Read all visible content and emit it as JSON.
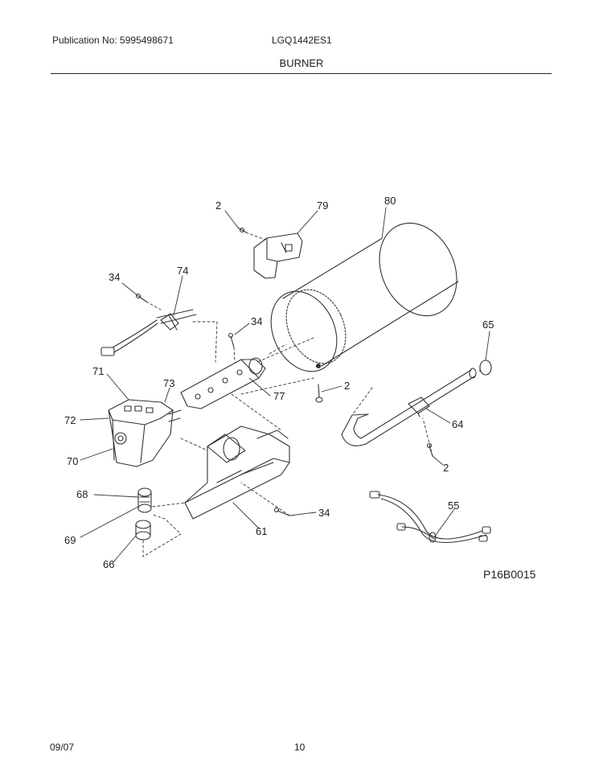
{
  "header": {
    "publication": "Publication No: 5995498671",
    "model": "LGQ1442ES1",
    "section": "BURNER"
  },
  "diagram": {
    "code": "P16B0015",
    "callouts": [
      {
        "id": "c-2a",
        "text": "2"
      },
      {
        "id": "c-79",
        "text": "79"
      },
      {
        "id": "c-80",
        "text": "80"
      },
      {
        "id": "c-34a",
        "text": "34"
      },
      {
        "id": "c-74",
        "text": "74"
      },
      {
        "id": "c-34b",
        "text": "34"
      },
      {
        "id": "c-65",
        "text": "65"
      },
      {
        "id": "c-71",
        "text": "71"
      },
      {
        "id": "c-73",
        "text": "73"
      },
      {
        "id": "c-2b",
        "text": "2"
      },
      {
        "id": "c-77",
        "text": "77"
      },
      {
        "id": "c-72",
        "text": "72"
      },
      {
        "id": "c-64",
        "text": "64"
      },
      {
        "id": "c-70",
        "text": "70"
      },
      {
        "id": "c-2c",
        "text": "2"
      },
      {
        "id": "c-68",
        "text": "68"
      },
      {
        "id": "c-55",
        "text": "55"
      },
      {
        "id": "c-34c",
        "text": "34"
      },
      {
        "id": "c-69",
        "text": "69"
      },
      {
        "id": "c-61",
        "text": "61"
      },
      {
        "id": "c-66",
        "text": "66"
      }
    ]
  },
  "footer": {
    "date": "09/07",
    "page": "10"
  }
}
